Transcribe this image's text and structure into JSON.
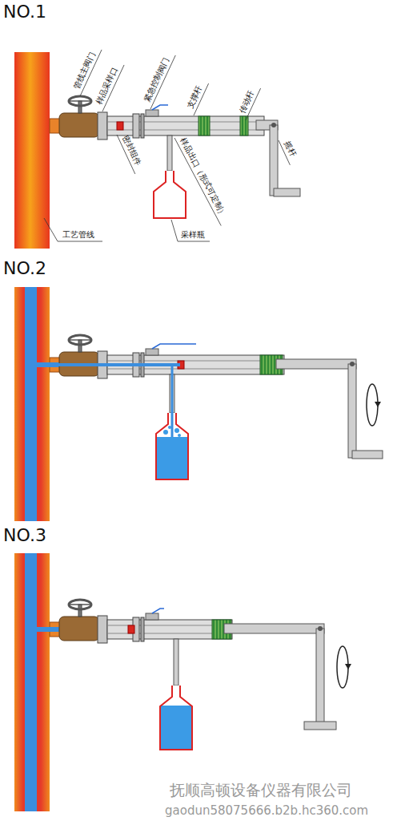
{
  "diagram": {
    "labels": [
      "NO.1",
      "管线主阀门",
      "样品采样口",
      "紧急控制阀门",
      "支撑杆",
      "传动杆",
      "摇杆",
      "密封组件",
      "样品出口（形式可定制）",
      "工艺管线",
      "采样瓶",
      "NO.2",
      "NO.3",
      "抚顺高顿设备仪器有限公司",
      "gaodun58075666.b2b.hc360.com"
    ]
  }
}
